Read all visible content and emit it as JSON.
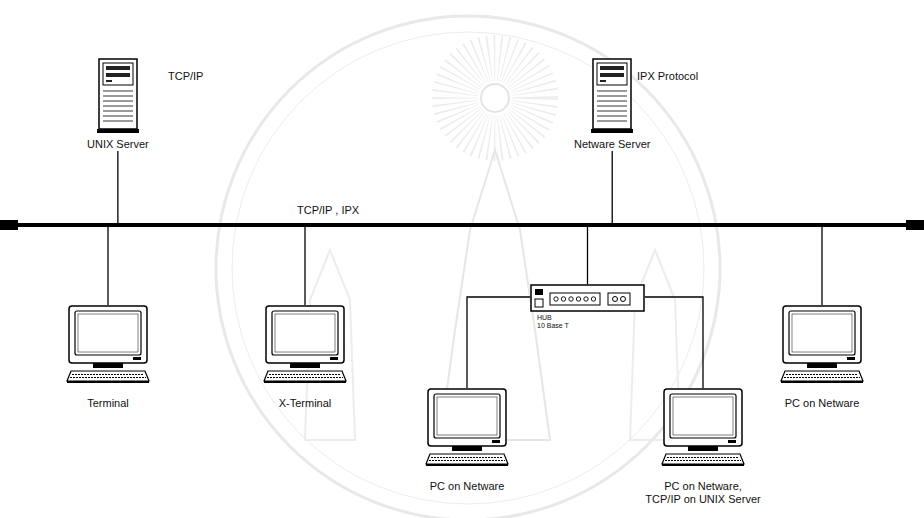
{
  "diagram": {
    "nodes": [
      {
        "text": [
          "UNIX Server"
        ]
      },
      {
        "text": [
          "Netware Server"
        ]
      },
      {
        "text": [
          "TCP/IP , IPX"
        ]
      },
      {
        "text": [
          "Terminal"
        ]
      },
      {
        "text": [
          "X-Terminal"
        ]
      },
      {
        "text": [
          "HUB",
          "10 Base T"
        ]
      },
      {
        "text": [
          "PC on Netware"
        ]
      },
      {
        "text": [
          "PC on Netware, TCP/IP on UNIX Server"
        ]
      },
      {
        "text": [
          "PC on Netware"
        ]
      }
    ],
    "edges": [
      {
        "from": 0,
        "to": 2,
        "arrow": "none"
      },
      {
        "from": 1,
        "to": 2,
        "arrow": "none"
      },
      {
        "from": 3,
        "to": 2,
        "arrow": "none"
      },
      {
        "from": 4,
        "to": 2,
        "arrow": "none"
      },
      {
        "from": 5,
        "to": 2,
        "arrow": "none"
      },
      {
        "from": 5,
        "to": 6,
        "arrow": "none"
      },
      {
        "from": 5,
        "to": 7,
        "arrow": "none"
      },
      {
        "from": 8,
        "to": 2,
        "arrow": "none"
      }
    ],
    "labels": [
      "TCP/IP",
      "IPX Protocol"
    ]
  }
}
